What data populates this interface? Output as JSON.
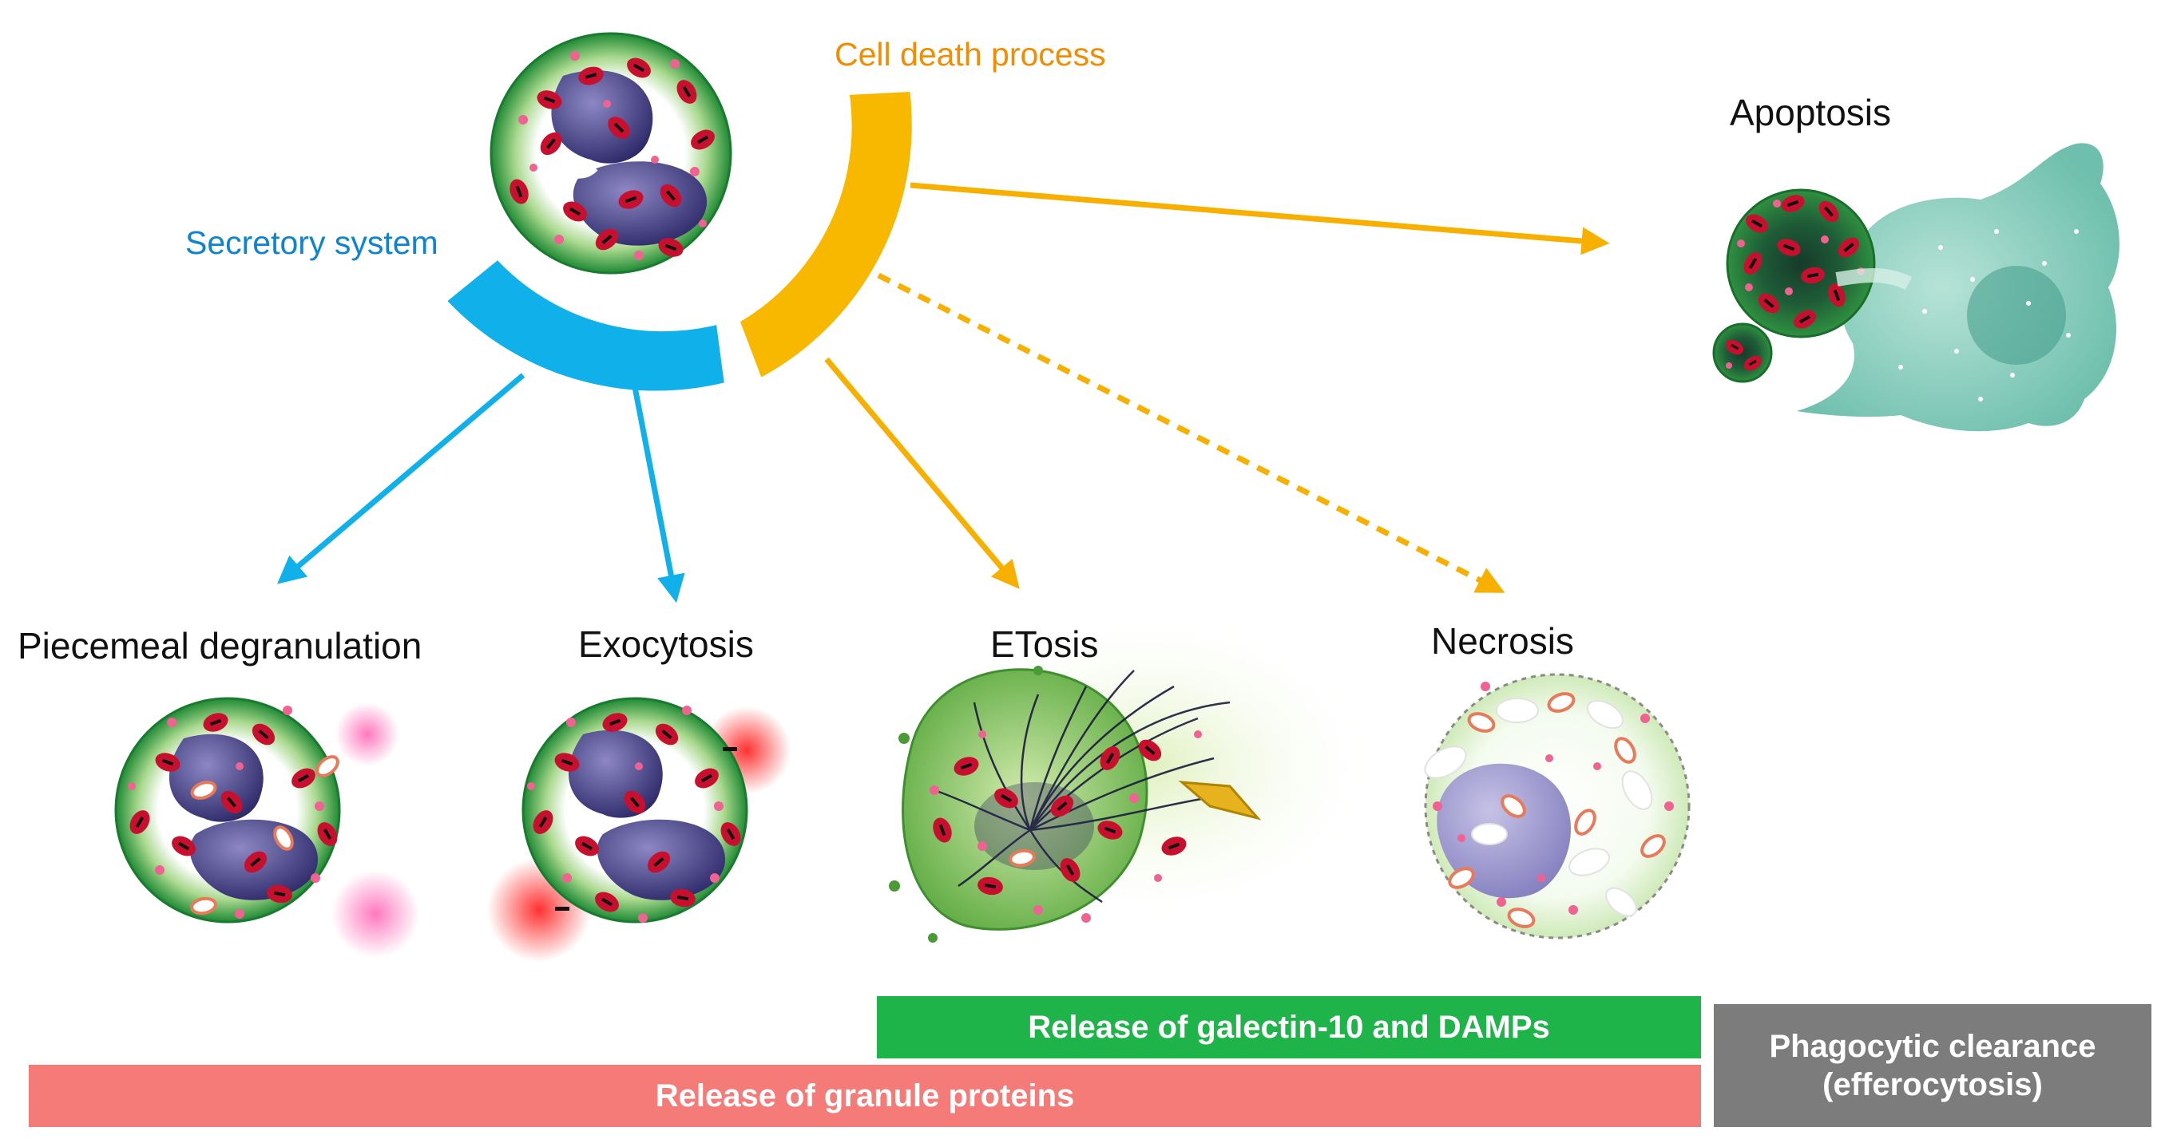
{
  "labels": {
    "cell_death_process": "Cell death process",
    "secretory_system": "Secretory system",
    "apoptosis": "Apoptosis",
    "piecemeal_degranulation": "Piecemeal degranulation",
    "exocytosis": "Exocytosis",
    "etosis": "ETosis",
    "necrosis": "Necrosis"
  },
  "bars": {
    "galectin": "Release of galectin-10 and DAMPs",
    "granule": "Release of granule proteins",
    "phagocytic_line1": "Phagocytic clearance",
    "phagocytic_line2": "(efferocytosis)"
  },
  "colors": {
    "secretory": "#10b0ea",
    "cell_death": "#f8b800",
    "cell_green": "#2d9a3c",
    "nucleus": "#3e3a7a",
    "granule_red": "#c8102e",
    "bar_green": "#1fb44a",
    "bar_red": "#f47b77",
    "bar_grey": "#7c7c7c"
  }
}
